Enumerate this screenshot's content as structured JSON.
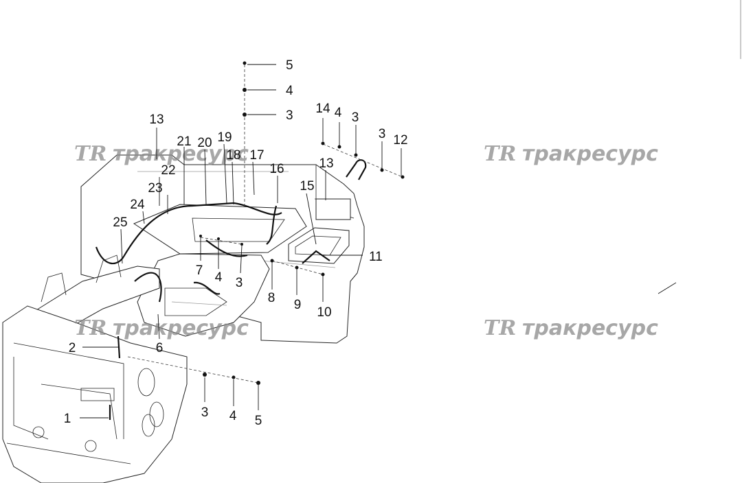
{
  "watermark": {
    "logo": "TR",
    "text": "тракресурс",
    "color": "#8a8a8a"
  },
  "callouts": [
    {
      "id": "c5-top",
      "label": "5"
    },
    {
      "id": "c4-top",
      "label": "4"
    },
    {
      "id": "c3-top",
      "label": "3"
    },
    {
      "id": "c14",
      "label": "14"
    },
    {
      "id": "c4-right",
      "label": "4"
    },
    {
      "id": "c3-right-a",
      "label": "3"
    },
    {
      "id": "c3-right-b",
      "label": "3"
    },
    {
      "id": "c12",
      "label": "12"
    },
    {
      "id": "c13-left",
      "label": "13"
    },
    {
      "id": "c21",
      "label": "21"
    },
    {
      "id": "c20",
      "label": "20"
    },
    {
      "id": "c19",
      "label": "19"
    },
    {
      "id": "c18",
      "label": "18"
    },
    {
      "id": "c17",
      "label": "17"
    },
    {
      "id": "c16",
      "label": "16"
    },
    {
      "id": "c13-right",
      "label": "13"
    },
    {
      "id": "c22",
      "label": "22"
    },
    {
      "id": "c23",
      "label": "23"
    },
    {
      "id": "c15",
      "label": "15"
    },
    {
      "id": "c24",
      "label": "24"
    },
    {
      "id": "c25",
      "label": "25"
    },
    {
      "id": "c11",
      "label": "11"
    },
    {
      "id": "c7",
      "label": "7"
    },
    {
      "id": "c4-mid",
      "label": "4"
    },
    {
      "id": "c3-mid",
      "label": "3"
    },
    {
      "id": "c8",
      "label": "8"
    },
    {
      "id": "c9",
      "label": "9"
    },
    {
      "id": "c10",
      "label": "10"
    },
    {
      "id": "c2",
      "label": "2"
    },
    {
      "id": "c6",
      "label": "6"
    },
    {
      "id": "c1",
      "label": "1"
    },
    {
      "id": "c3-bottom",
      "label": "3"
    },
    {
      "id": "c4-bottom",
      "label": "4"
    },
    {
      "id": "c5-bottom",
      "label": "5"
    }
  ]
}
